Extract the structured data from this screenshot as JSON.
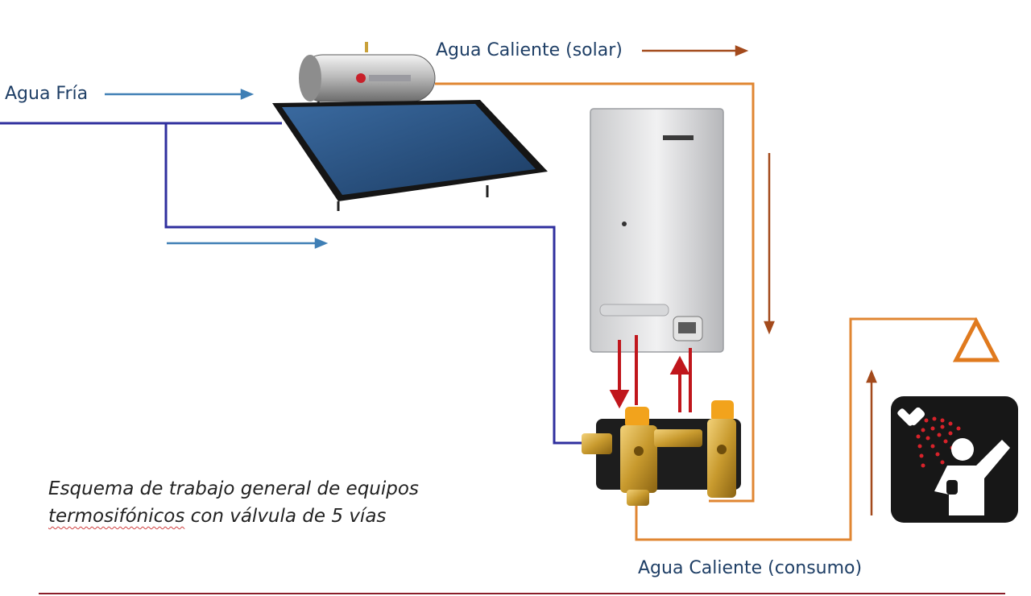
{
  "labels": {
    "cold_water": "Agua Fría",
    "hot_water_solar": "Agua Caliente (solar)",
    "hot_water_consumption": "Agua Caliente (consumo)"
  },
  "caption": {
    "line1": "Esquema de trabajo general de equipos",
    "line2_misspelled": "termosifónicos",
    "line2_rest": " con válvula de 5 vías"
  },
  "colors": {
    "cold_pipe": "#2f2f9e",
    "cold_arrow": "#3f7fb5",
    "hot_pipe": "#e08632",
    "hot_arrow": "#a34a1c",
    "valve_arrow": "#c0161c",
    "label_text": "#1f3f66"
  },
  "icons": {
    "shower": "shower-person-icon",
    "heater": "wall-boiler",
    "collector": "solar-thermosiphon",
    "valve": "five-way-valve"
  }
}
